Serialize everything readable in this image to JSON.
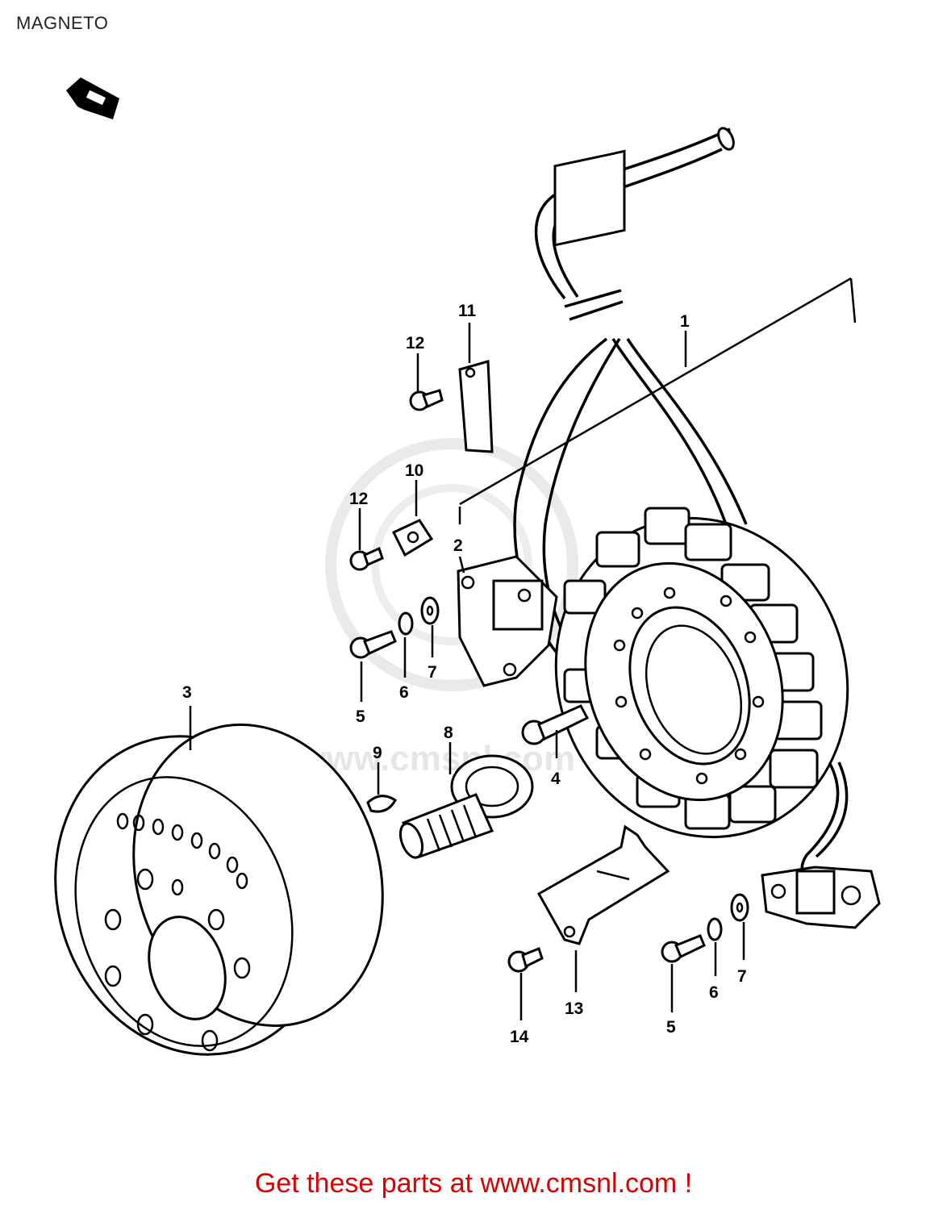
{
  "title": "MAGNETO",
  "watermark": "www.cmsnl.com",
  "footer": "Get these parts at www.cmsnl.com !",
  "callouts": {
    "c1": "1",
    "c2": "2",
    "c3": "3",
    "c4": "4",
    "c5a": "5",
    "c5b": "5",
    "c6a": "6",
    "c6b": "6",
    "c7a": "7",
    "c7b": "7",
    "c8": "8",
    "c9": "9",
    "c10": "10",
    "c11": "11",
    "c12a": "12",
    "c12b": "12",
    "c13": "13",
    "c14": "14"
  },
  "colors": {
    "ink": "#000000",
    "footer": "#d90000",
    "watermark": "#e6e6e6"
  }
}
